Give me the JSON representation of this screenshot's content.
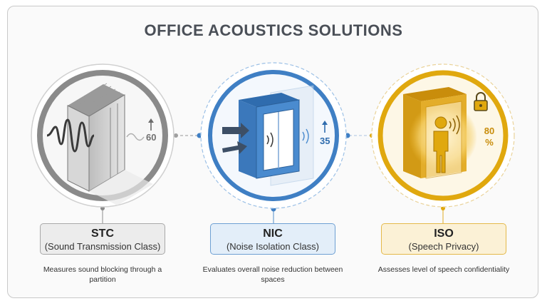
{
  "title": "OFFICE ACOUSTICS SOLUTIONS",
  "colors": {
    "stc": "#8a8a8a",
    "nic": "#3f7fc4",
    "iso": "#e0a80e"
  },
  "cards": [
    {
      "abbr": "STC",
      "full": "(Sound Transmission Class)",
      "description": "Measures sound blocking through a partition",
      "metric": "60",
      "icons": [
        "wall-panel-icon",
        "sound-wave-icon",
        "arrow-up-icon"
      ]
    },
    {
      "abbr": "NIC",
      "full": "(Noise Isolation Class)",
      "description": "Evaluates overall noise reduction between spaces",
      "metric": "35",
      "icons": [
        "isolation-booth-icon",
        "noise-arrows-icon",
        "arrow-up-icon"
      ]
    },
    {
      "abbr": "ISO",
      "full": "(Speech Privacy)",
      "description": "Assesses level of speech confidentiality",
      "metric": "80 %",
      "icons": [
        "privacy-booth-icon",
        "speaking-person-icon",
        "lock-icon"
      ]
    }
  ]
}
